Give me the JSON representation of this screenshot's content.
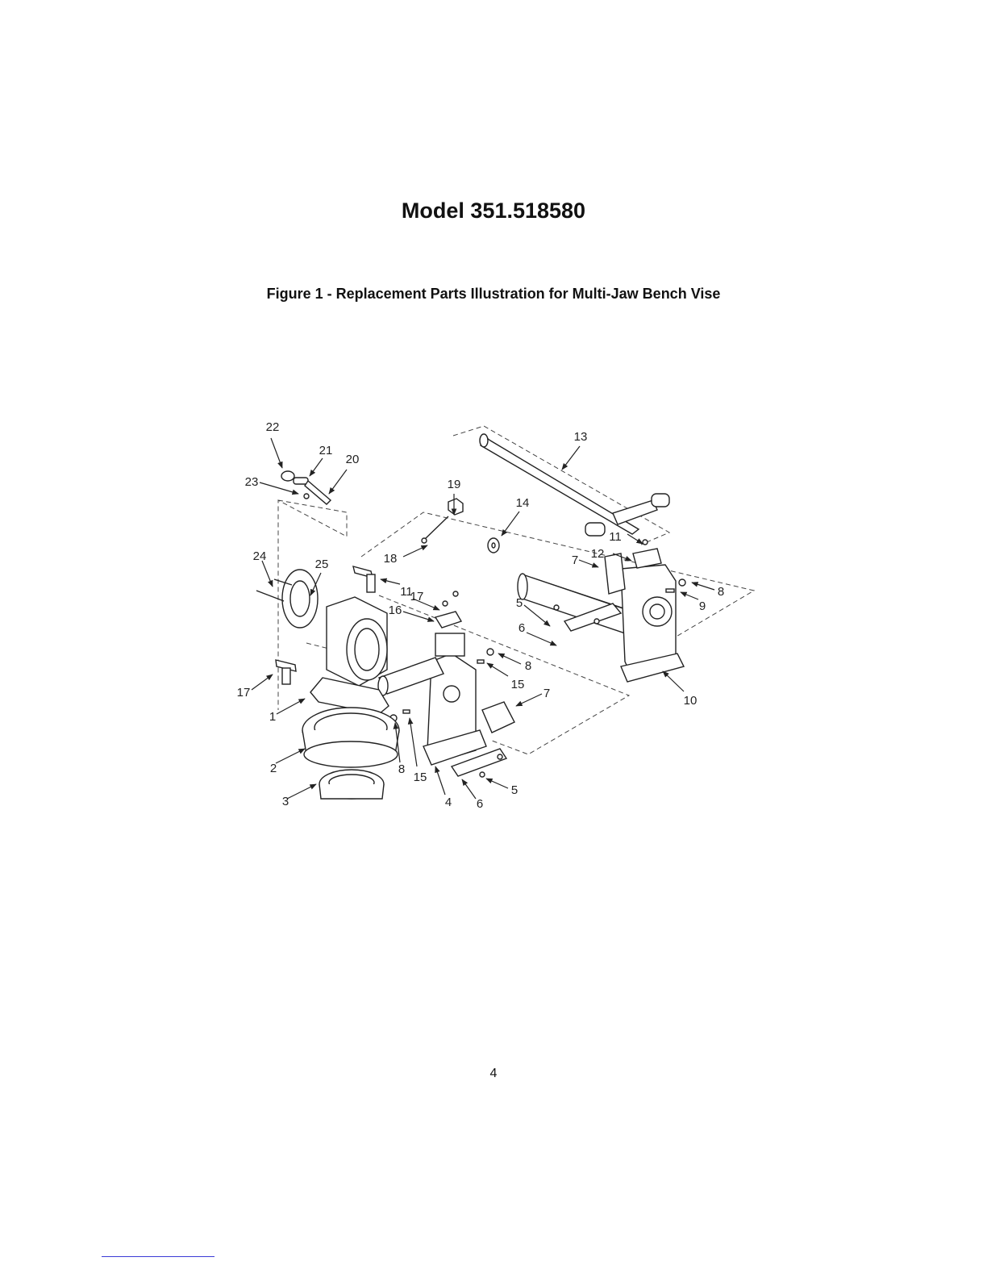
{
  "page": {
    "title": "Model 351.518580",
    "figure_caption": "Figure 1 - Replacement Parts Illustration for Multi-Jaw Bench Vise",
    "page_number": "4"
  },
  "callouts": [
    "22",
    "21",
    "20",
    "23",
    "13",
    "19",
    "14",
    "18",
    "11",
    "12",
    "7",
    "8",
    "9",
    "24",
    "25",
    "17",
    "11",
    "5",
    "16",
    "6",
    "8",
    "15",
    "17",
    "7",
    "1",
    "10",
    "2",
    "8",
    "15",
    "5",
    "3",
    "4",
    "6"
  ]
}
